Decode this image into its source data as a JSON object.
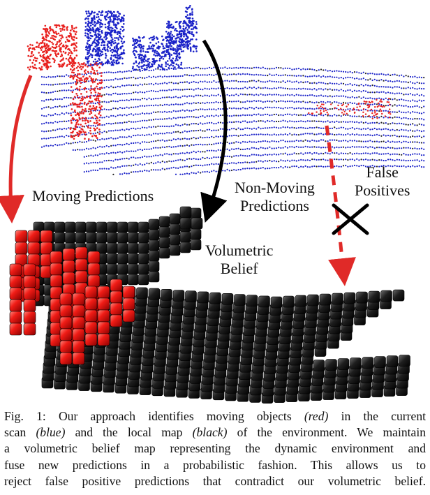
{
  "figure": {
    "labels": {
      "moving": "Moving Predictions",
      "non_moving_1": "Non-Moving",
      "non_moving_2": "Predictions",
      "volumetric_1": "Volumetric",
      "volumetric_2": "Belief",
      "false_1": "False",
      "false_2": "Positives"
    },
    "colors": {
      "moving": "#e8201e",
      "scan": "#1a22c8",
      "map": "#111111",
      "arrow_red": "#e02a28",
      "arrow_black": "#000000"
    }
  },
  "caption": {
    "fig_number": "Fig. 1:",
    "line1_a": "Our approach identifies moving objects",
    "line1_b": "(red)",
    "line1_c": "in the current",
    "line2_a": "scan",
    "line2_b": "(blue)",
    "line2_c": "and the local map",
    "line2_d": "(black)",
    "line2_e": "of the environment. We maintain",
    "line3": "a volumetric belief map representing the dynamic environment and",
    "line4": "fuse new predictions in a probabilistic fashion. This allows us to",
    "line5": "reject false positive predictions that contradict our volumetric belief."
  }
}
